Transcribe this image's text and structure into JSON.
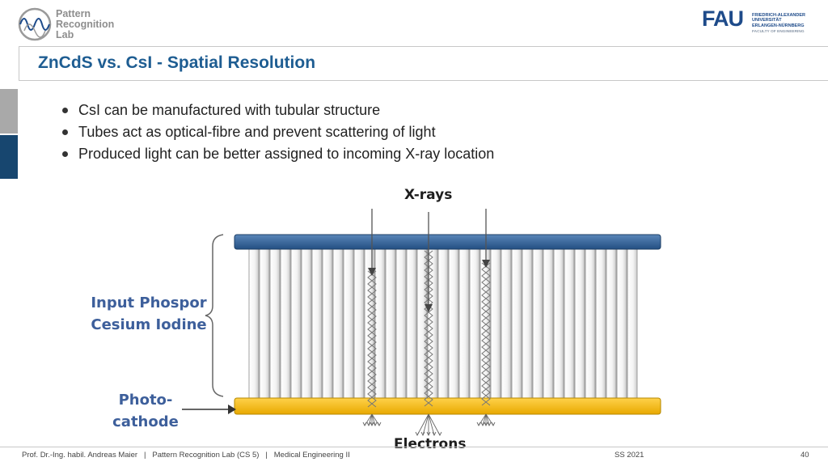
{
  "header": {
    "lab_logo": {
      "line1": "Pattern",
      "line2": "Recognition",
      "line3": "Lab"
    },
    "fau_logo": {
      "big": "FAU",
      "line1": "FRIEDRICH-ALEXANDER",
      "line2": "UNIVERSITÄT",
      "line3": "ERLANGEN-NÜRNBERG",
      "faculty": "FACULTY OF ENGINEERING"
    }
  },
  "slide": {
    "title": "ZnCdS vs. CsI - Spatial Resolution",
    "bullets": [
      "CsI can be manufactured with tubular structure",
      "Tubes act as optical-fibre and prevent scattering of light",
      "Produced light can be better assigned to incoming X-ray location"
    ]
  },
  "diagram": {
    "label_top": "X-rays",
    "label_bottom": "Electrons",
    "phosphor_line1": "Input Phospor",
    "phosphor_line2": "Cesium Iodine",
    "photocathode_line1": "Photo-",
    "photocathode_line2": "cathode",
    "colors": {
      "phosphor_plate": "#2e5e95",
      "photocathode_plate": "#f2b800",
      "label_blue": "#3d5f9b",
      "title_blue": "#1e5d92"
    }
  },
  "footer": {
    "author": "Prof. Dr.-Ing. habil. Andreas Maier",
    "lab": "Pattern Recognition Lab (CS 5)",
    "course": "Medical Engineering II",
    "separator": "|",
    "term": "SS 2021",
    "page": "40"
  }
}
